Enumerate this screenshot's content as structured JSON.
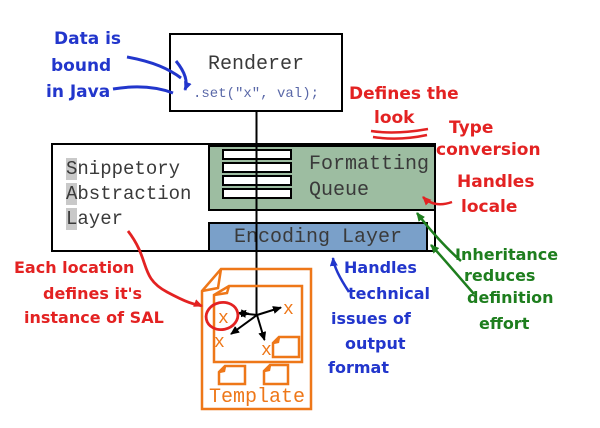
{
  "colors": {
    "ink_blue": "#2236cc",
    "ink_red": "#e32222",
    "ink_green": "#1e7e1e",
    "ink_orange": "#ee7718",
    "formatting_box_fill": "#9dbda1",
    "encoding_box_fill": "#7aa0c9",
    "mono_text": "#3a3a3a",
    "code_text": "#5a68a8",
    "letter_highlight": "#c9c9c9"
  },
  "renderer": {
    "title": "Renderer",
    "code": ".set(\"x\", val);"
  },
  "sal": {
    "lines": [
      {
        "first": "S",
        "rest": "nippetory"
      },
      {
        "first": "A",
        "rest": "bstraction"
      },
      {
        "first": "L",
        "rest": "ayer"
      }
    ]
  },
  "formatting_queue": {
    "line1": "Formatting",
    "line2": "Queue"
  },
  "encoding_layer": {
    "label": "Encoding Layer"
  },
  "template": {
    "label": "Template",
    "marker": "x"
  },
  "annotations": {
    "data_bound": {
      "l1": "Data is",
      "l2": "bound",
      "l3": "in Java"
    },
    "defines_look": {
      "l1": "Defines the",
      "l2": "look"
    },
    "type_conversion": {
      "l1": "Type",
      "l2": "conversion"
    },
    "handles_locale": {
      "l1": "Handles",
      "l2": "locale"
    },
    "each_location": {
      "l1": "Each location",
      "l2": "defines it's",
      "l3": "instance of SAL"
    },
    "handles_technical": {
      "l1": "Handles",
      "l2": "technical",
      "l3": "issues of",
      "l4": "output",
      "l5": "format"
    },
    "inheritance": {
      "l1": "Inheritance",
      "l2": "reduces",
      "l3": "definition",
      "l4": "effort"
    }
  }
}
